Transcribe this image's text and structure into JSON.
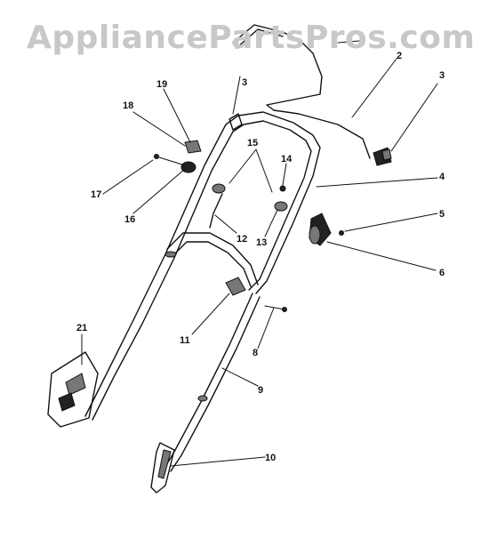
{
  "watermark": "AppliancePartsPros.com",
  "callouts": {
    "c2": "2",
    "c3a": "3",
    "c3b": "3",
    "c4": "4",
    "c5": "5",
    "c6": "6",
    "c8": "8",
    "c9": "9",
    "c10": "10",
    "c11": "11",
    "c12": "12",
    "c13": "13",
    "c14": "14",
    "c15": "15",
    "c16": "16",
    "c17": "17",
    "c18": "18",
    "c19": "19",
    "c21": "21"
  }
}
